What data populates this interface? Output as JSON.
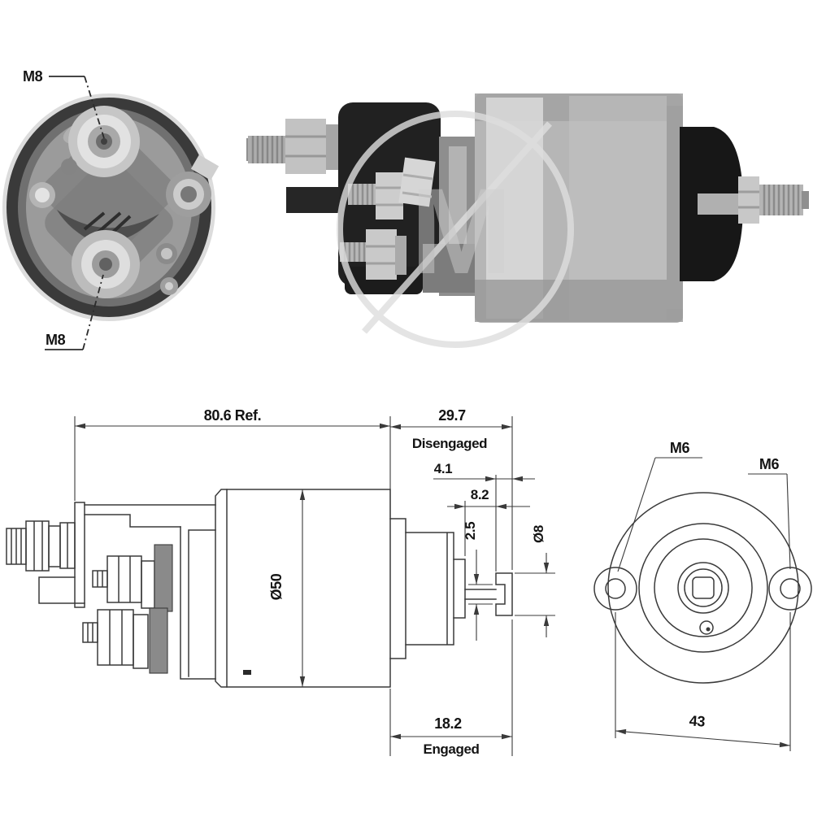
{
  "end_photo": {
    "label_top": "M8",
    "label_bottom": "M8"
  },
  "side_photo": {
    "watermark_letter": "M"
  },
  "side_drawing": {
    "overall_length": "80.6 Ref.",
    "disengaged_value": "29.7",
    "disengaged_label": "Disengaged",
    "travel": "4.1",
    "step": "8.2",
    "notch": "2.5",
    "body_diameter": "Ø50",
    "plunger_diameter": "Ø8",
    "engaged_value": "18.2",
    "engaged_label": "Engaged"
  },
  "end_drawing": {
    "hole_left": "M6",
    "hole_right": "M6",
    "mount_spacing": "43"
  },
  "colors": {
    "line": "#3a3a3a",
    "text": "#141414",
    "photo_dark": "#1c1c1c",
    "photo_metal": "#b6b6b6",
    "watermark": "#dedede"
  }
}
